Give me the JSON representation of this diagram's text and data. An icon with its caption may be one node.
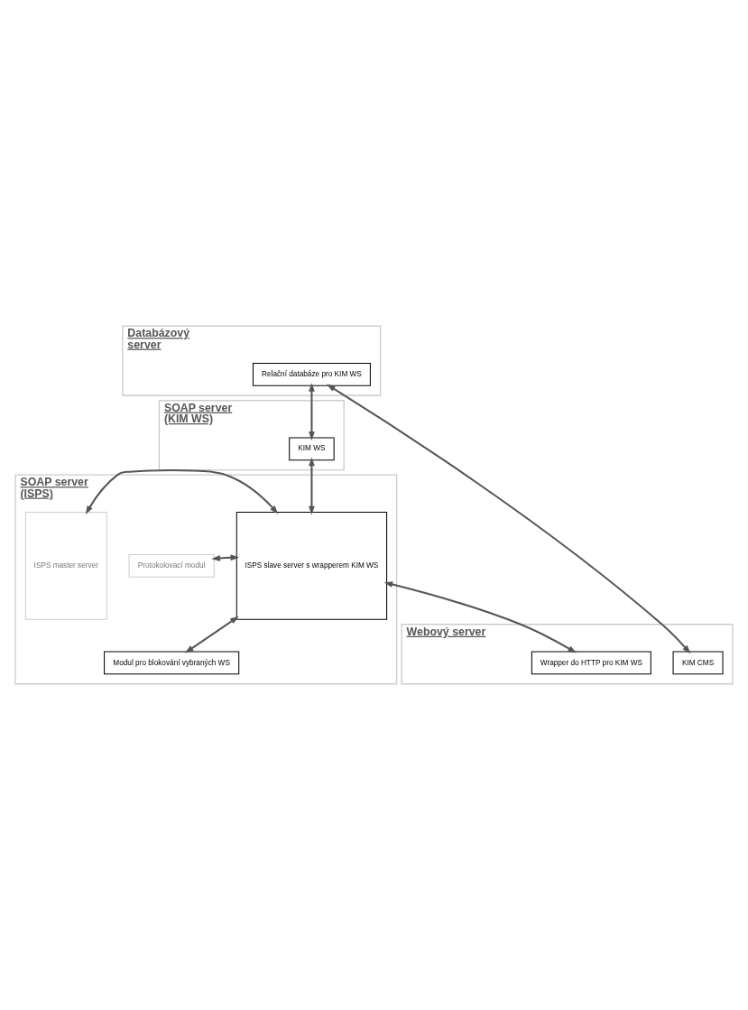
{
  "diagram": {
    "nodes": [
      {
        "text": [
          "Databázový server"
        ]
      },
      {
        "text": [
          "Relační databáze pro KIM WS"
        ],
        "in": 0
      },
      {
        "text": [
          "SOAP server (KIM WS)"
        ]
      },
      {
        "text": [
          "KIM WS"
        ],
        "in": 2
      },
      {
        "text": [
          "SOAP server (ISPS)"
        ]
      },
      {
        "text": [
          "ISPS master server"
        ],
        "in": 4
      },
      {
        "text": [
          "ISPS slave server s wrapperem KIM WS"
        ],
        "in": 4
      },
      {
        "text": [
          "Protokolovací modul"
        ],
        "in": 4
      },
      {
        "text": [
          "Modul pro blokování vybraných WS"
        ],
        "in": 4
      },
      {
        "text": [
          "Webový server"
        ]
      },
      {
        "text": [
          "Wrapper do HTTP pro KIM WS"
        ],
        "in": 9
      },
      {
        "text": [
          "KIM CMS"
        ],
        "in": 9
      }
    ],
    "edges": [
      {
        "from": 1,
        "to": 3,
        "arrow": "both"
      },
      {
        "from": 3,
        "to": 6,
        "arrow": "both"
      },
      {
        "from": 5,
        "to": 6,
        "arrow": "both"
      },
      {
        "from": 6,
        "to": 7,
        "arrow": "both"
      },
      {
        "from": 6,
        "to": 8,
        "arrow": "both"
      },
      {
        "from": 6,
        "to": 10,
        "arrow": "both"
      },
      {
        "from": 11,
        "to": 1,
        "arrow": "both"
      }
    ]
  }
}
